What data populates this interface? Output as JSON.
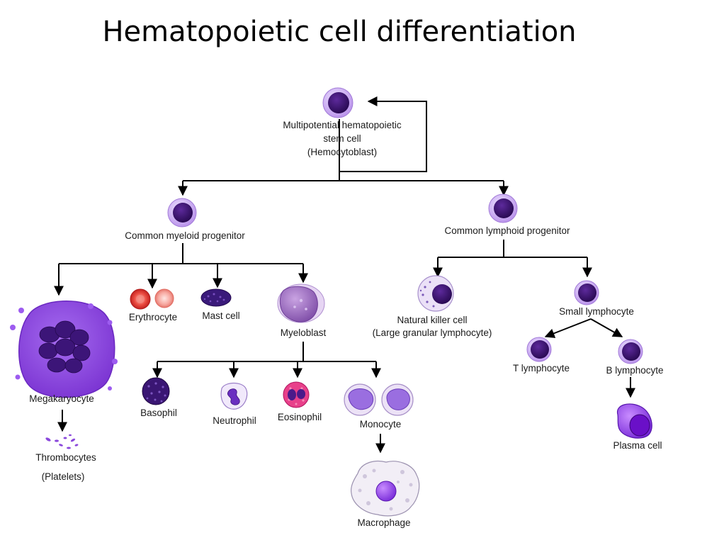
{
  "title": "Hematopoietic cell differentiation",
  "labels": {
    "hsc_line1": "Multipotential hematopoietic",
    "hsc_line2": "stem cell",
    "hsc_line3": "(Hemocytoblast)",
    "cmp": "Common myeloid progenitor",
    "clp": "Common lymphoid progenitor",
    "megakaryocyte": "Megakaryocyte",
    "thrombocytes": "Thrombocytes",
    "platelets": "(Platelets)",
    "erythrocyte": "Erythrocyte",
    "mast_cell": "Mast cell",
    "myeloblast": "Myeloblast",
    "basophil": "Basophil",
    "neutrophil": "Neutrophil",
    "eosinophil": "Eosinophil",
    "monocyte": "Monocyte",
    "macrophage": "Macrophage",
    "nk_line1": "Natural killer cell",
    "nk_line2": "(Large granular lymphocyte)",
    "small_lymphocyte": "Small lymphocyte",
    "t_lymphocyte": "T lymphocyte",
    "b_lymphocyte": "B lymphocyte",
    "plasma_cell": "Plasma cell"
  },
  "colors": {
    "cell_membrane": "#cdb4f0",
    "nucleus": "#3b1370",
    "megakaryocyte": "#8a47dc",
    "erythrocyte": "#d82a2a",
    "myeloblast": "#9c6bc4",
    "plasma": "#8d3cf0"
  }
}
